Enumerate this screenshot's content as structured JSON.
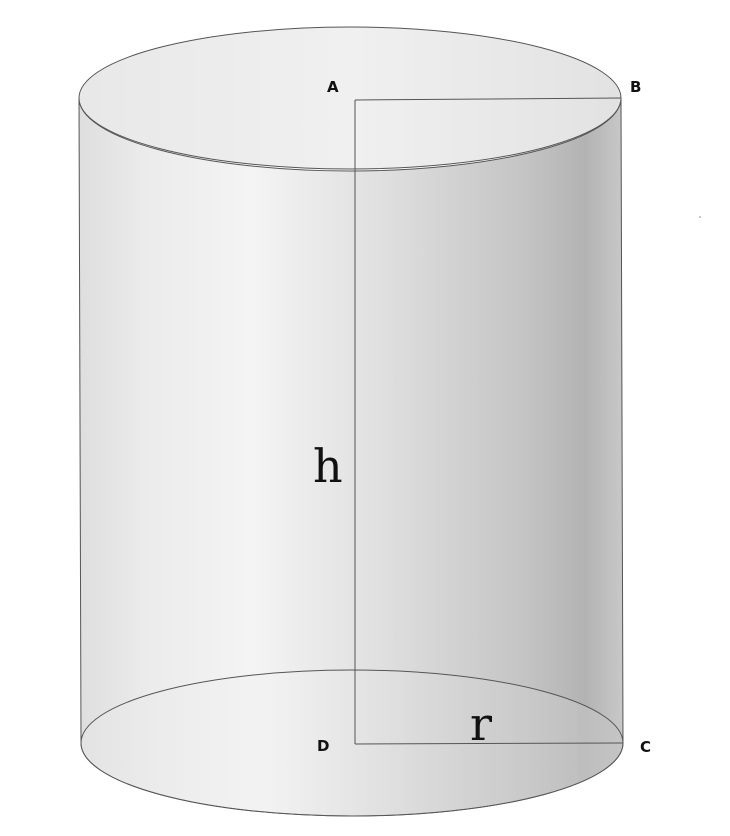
{
  "figure": {
    "points": {
      "a": "A",
      "b": "B",
      "c": "C",
      "d": "D"
    },
    "dimensions": {
      "height": "h",
      "radius": "r"
    }
  },
  "colors": {
    "outline": "#555555",
    "body_light": "#f3f3f3",
    "body_mid": "#dcdcdc",
    "body_dark": "#b0b0b0",
    "top_face": "#ececec",
    "text": "#111111"
  }
}
